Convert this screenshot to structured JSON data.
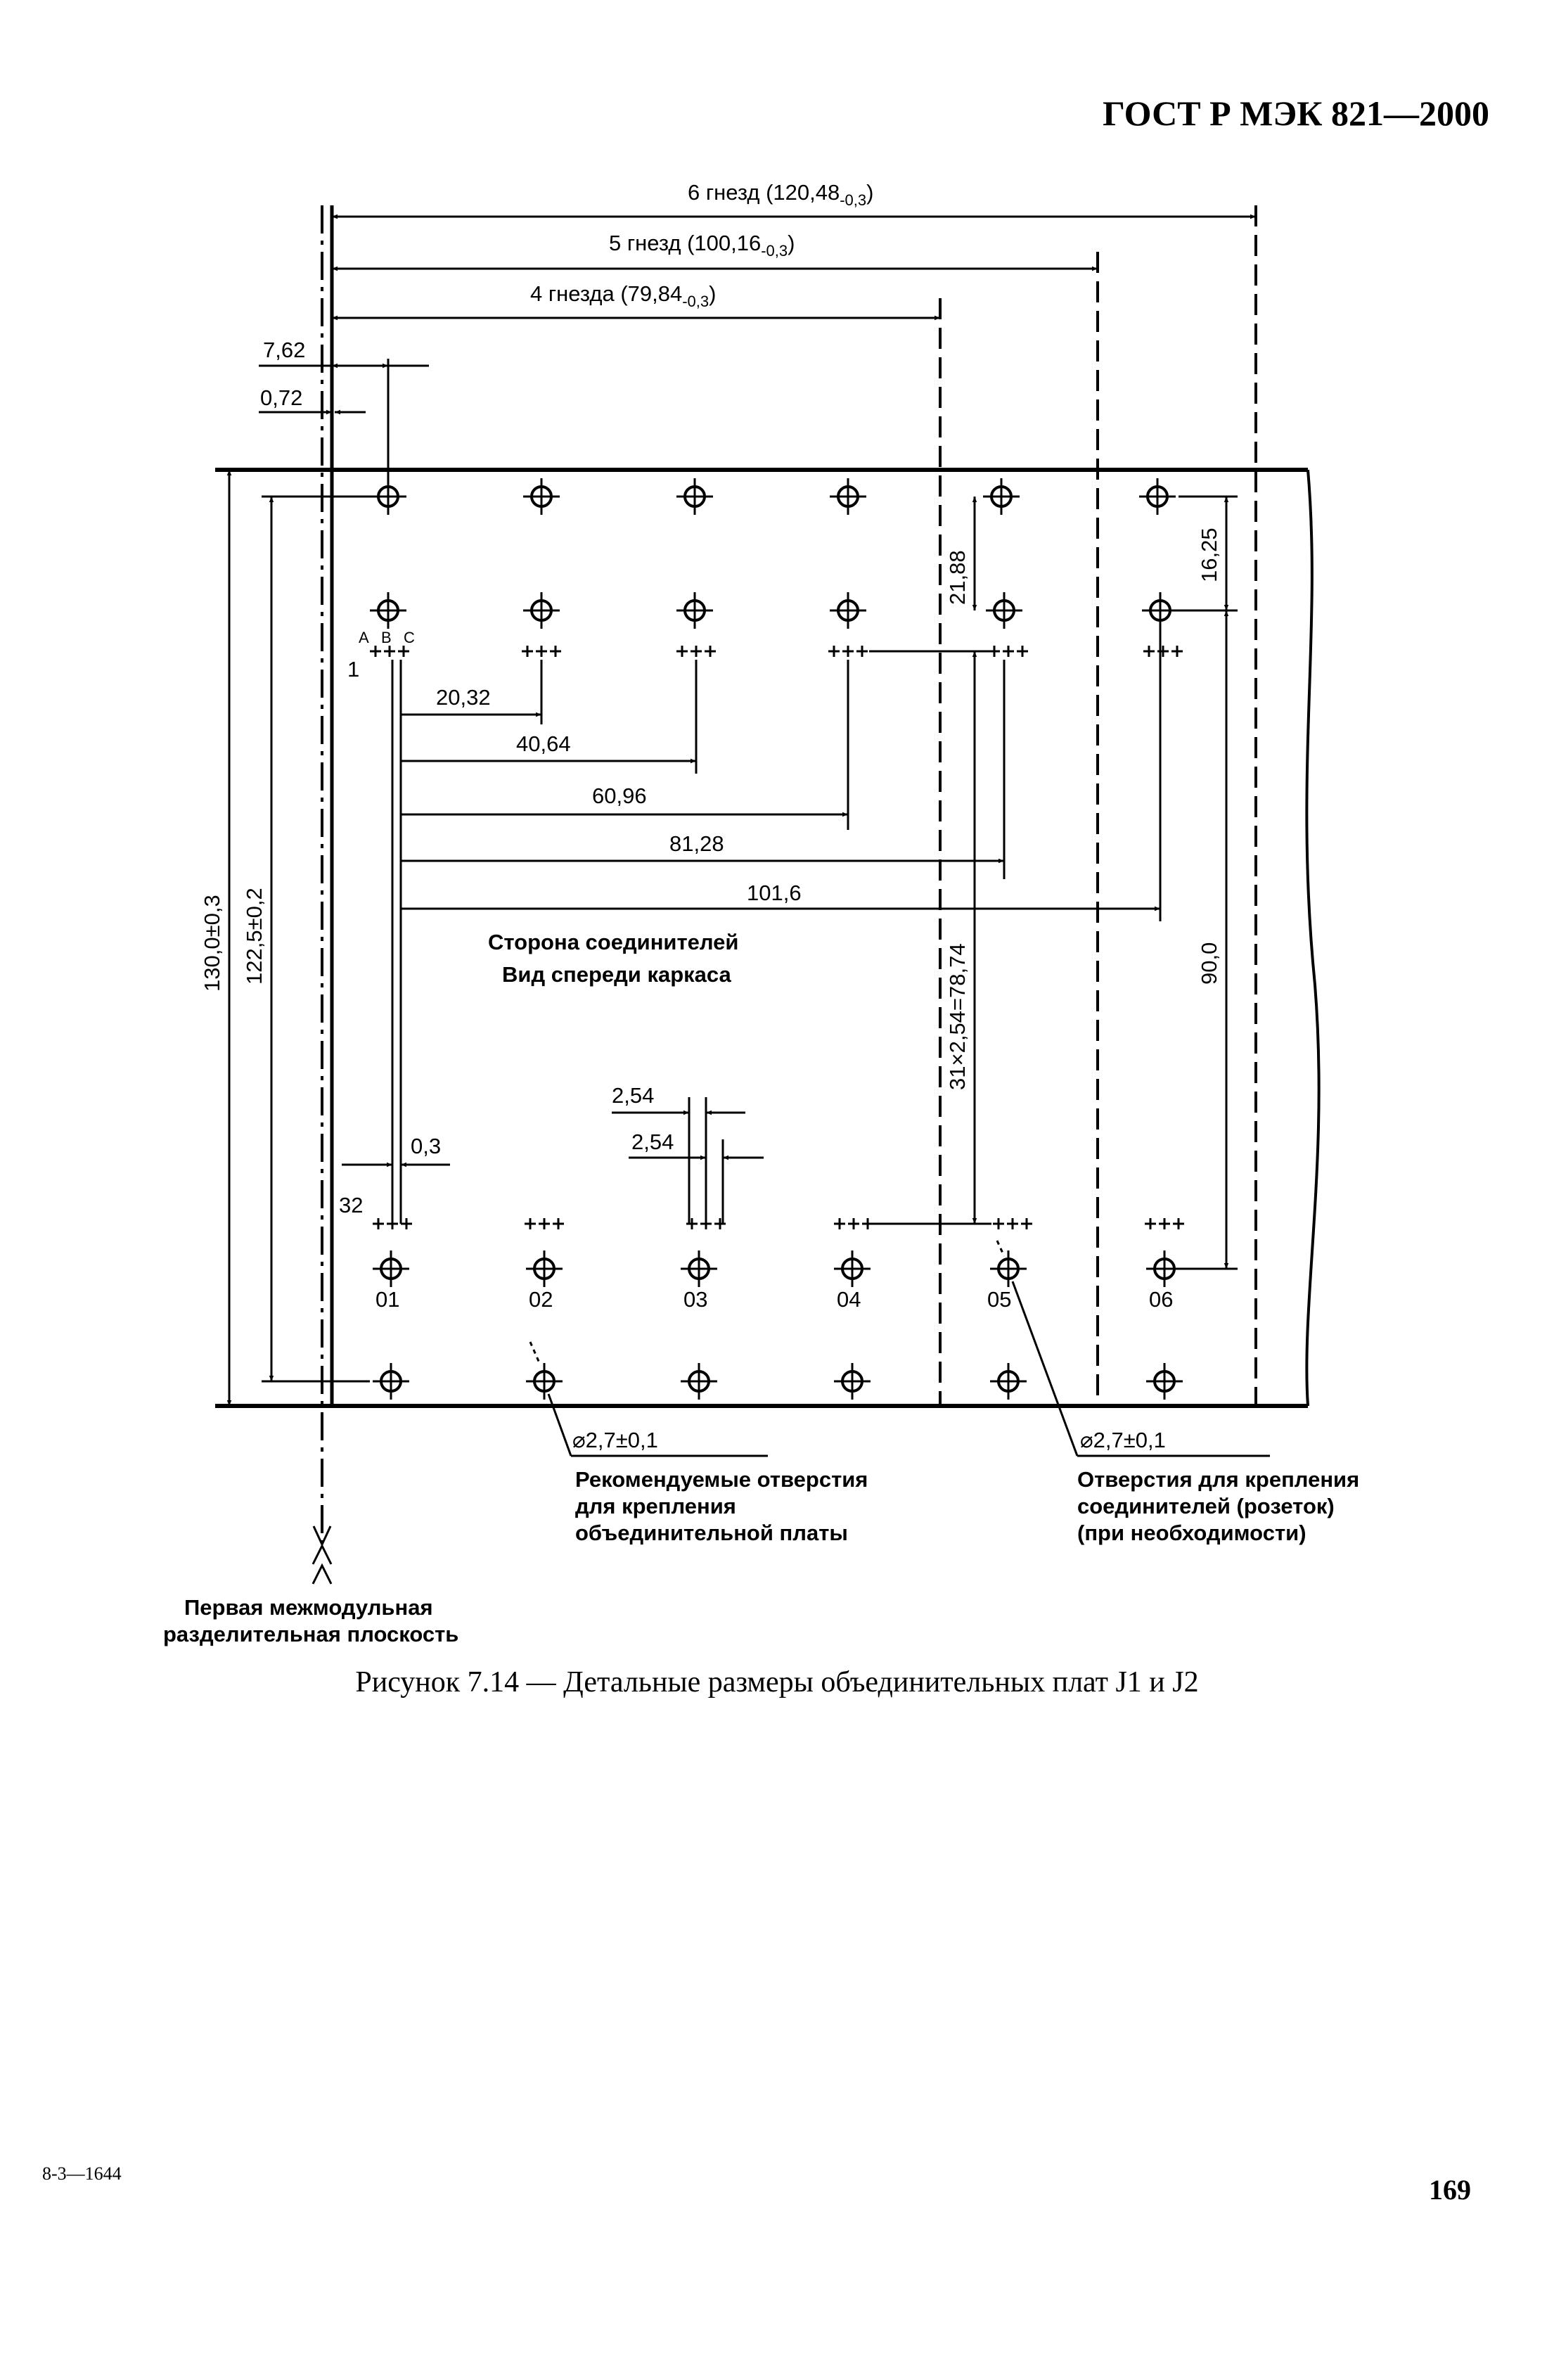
{
  "header": {
    "title": "ГОСТ Р МЭК 821—2000"
  },
  "figure": {
    "caption": "Рисунок 7.14 — Детальные размеры объединительных плат J1 и J2",
    "dim_6_slots": {
      "text": "6 гнезд (120,48",
      "sub": "-0,3",
      "close": ")"
    },
    "dim_5_slots": {
      "text": "5 гнезд (100,16",
      "sub": "-0,3",
      "close": ")"
    },
    "dim_4_slots": {
      "text": "4 гнезда (79,84",
      "sub": "-0,3",
      "close": ")"
    },
    "dim_762": "7,62",
    "dim_072": "0,72",
    "dim_2032": "20,32",
    "dim_4064": "40,64",
    "dim_6096": "60,96",
    "dim_8128": "81,28",
    "dim_1016": "101,6",
    "dim_2188": "21,88",
    "dim_1625": "16,25",
    "dim_900": "90,0",
    "dim_pitch_total": "31×2,54=78,74",
    "dim_1300": "130,0±0,3",
    "dim_1225": "122,5±0,2",
    "dim_254_a": "2,54",
    "dim_254_b": "2,54",
    "dim_03": "0,3",
    "row_label_a": "A",
    "row_label_b": "B",
    "row_label_c": "C",
    "pin_1": "1",
    "pin_32": "32",
    "center_text_line1": "Сторона соединителей",
    "center_text_line2": "Вид спереди каркаса",
    "slot_numbers": [
      "01",
      "02",
      "03",
      "04",
      "05",
      "06"
    ],
    "hole_left_diameter": "⌀2,7±0,1",
    "hole_left_desc": [
      "Рекомендуемые отверстия",
      "для крепления",
      "объединительной платы"
    ],
    "hole_right_diameter": "⌀2,7±0,1",
    "hole_right_desc": [
      "Отверстия для крепления",
      "соединителей (розеток)",
      "(при необходимости)"
    ],
    "plane_label": [
      "Первая межмодульная",
      "разделительная плоскость"
    ]
  },
  "footer": {
    "code": "8-3—1644",
    "page_number": "169"
  }
}
